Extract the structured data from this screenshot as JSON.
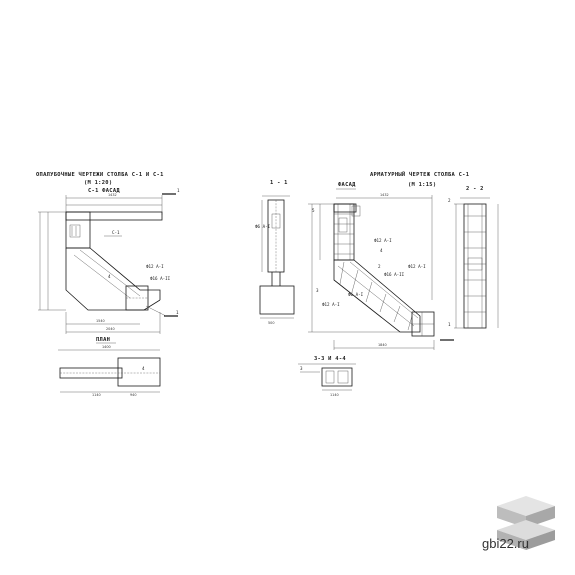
{
  "titles": {
    "left": "ОПАЛУБОЧНЫЕ ЧЕРТЕЖИ СТОЛБА С-1 И С-1",
    "left_scale": "(М 1:20)",
    "left_sub": "С-1 ФАСАД",
    "section11": "1 - 1",
    "right": "АРМАТУРНЫЙ ЧЕРТЕЖ СТОЛБА С-1",
    "right_scale": "(М 1:15)",
    "right_sub": "ФАСАД",
    "section22": "2 - 2",
    "plan": "ПЛАН",
    "section3344": "3-3 И 4-4"
  },
  "dims": {
    "d1432": "1432",
    "d1540": "1540",
    "d2040": "2040",
    "d1540b": "1540",
    "d1400": "1400",
    "d1140": "1140",
    "d940": "940",
    "d500": "500",
    "d1432r": "1432",
    "d1840": "1840",
    "d1140r": "1140"
  },
  "labels": {
    "c1": "С-1",
    "phi12": "Ф12 А-I",
    "phi16": "Ф16 А-II",
    "phi6": "Ф6 А-I",
    "n1": "1",
    "n2": "2",
    "n3": "3",
    "n4": "4",
    "n5": "5"
  },
  "watermark": {
    "site": "gbi22.ru",
    "logo_icon": "layered-blocks-icon"
  }
}
